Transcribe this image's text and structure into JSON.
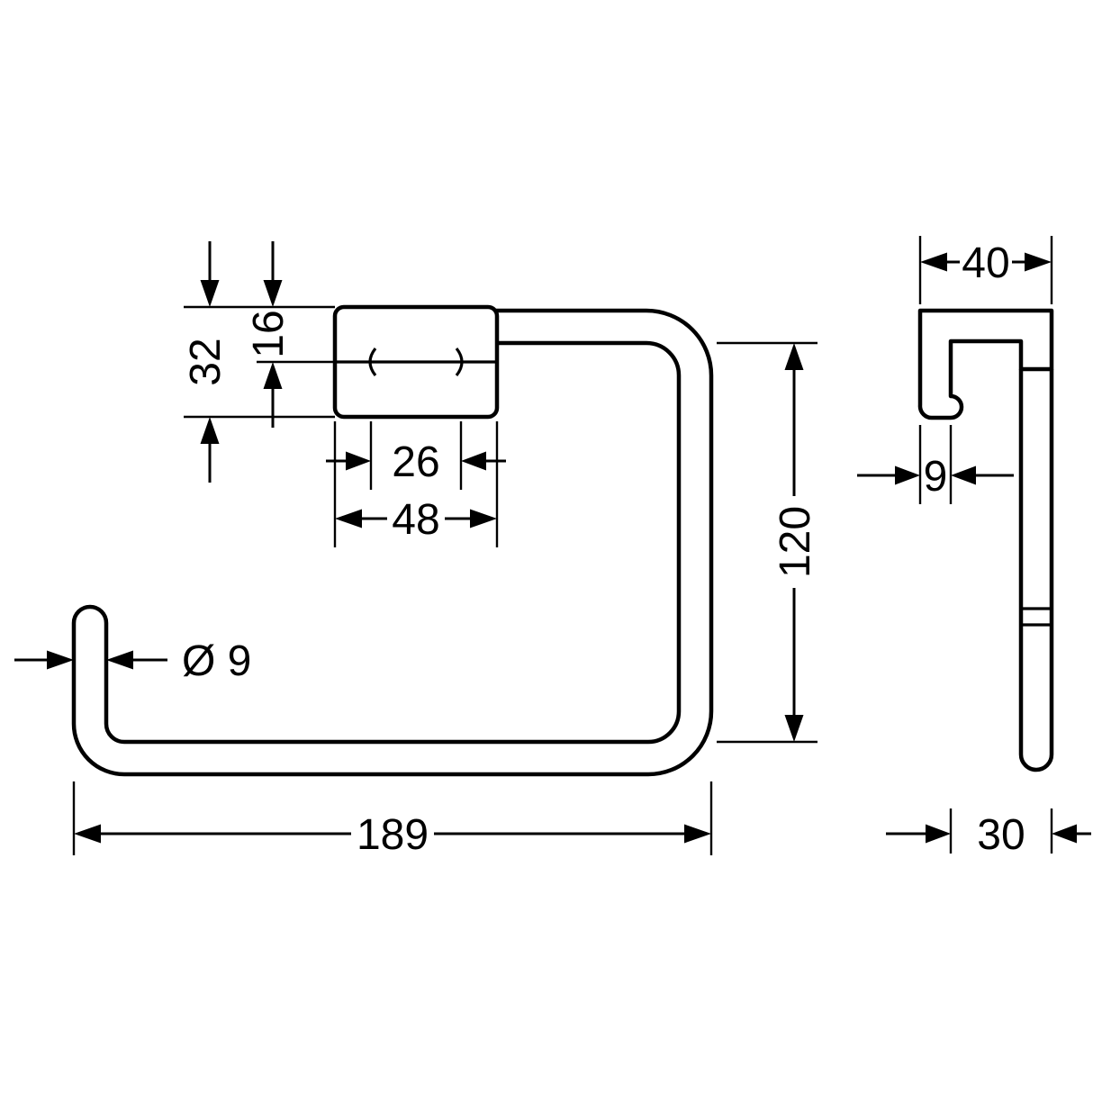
{
  "drawing": {
    "title": "towel-ring-technical-drawing",
    "background": "#ffffff",
    "line_color": "#000000",
    "front_view": {
      "block_height": "32",
      "block_top_to_axis": "16",
      "hole_spacing": "26",
      "block_width": "48",
      "tube_diameter": "Ø 9",
      "inner_height": "120",
      "overall_width": "189"
    },
    "side_view": {
      "depth": "40",
      "plate_thickness": "9",
      "wall_offset": "30"
    }
  }
}
